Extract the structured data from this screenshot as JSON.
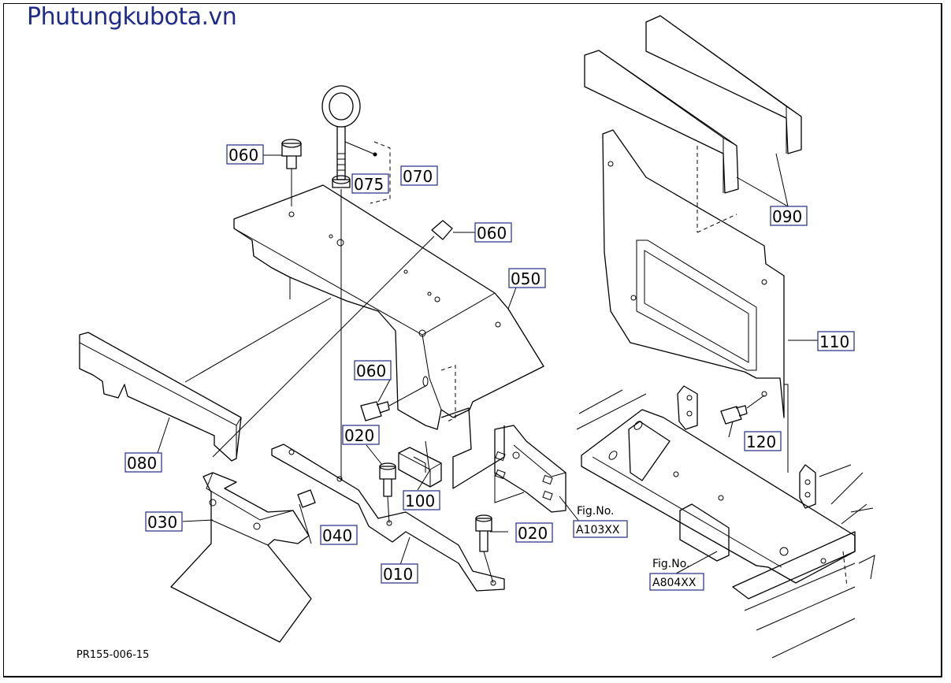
{
  "watermark": "Phutungkubota.vn",
  "drawing_code": "PR155-006-15",
  "parts": {
    "p010": "010",
    "p020a": "020",
    "p020b": "020",
    "p030": "030",
    "p040": "040",
    "p050": "050",
    "p060a": "060",
    "p060b": "060",
    "p060c": "060",
    "p070": "070",
    "p075": "075",
    "p080": "080",
    "p090": "090",
    "p100": "100",
    "p110": "110",
    "p120": "120"
  },
  "fig_refs": {
    "ref1_label": "Fig.No.",
    "ref1_code": "A103XX",
    "ref2_label": "Fig.No.",
    "ref2_code": "A804XX"
  }
}
